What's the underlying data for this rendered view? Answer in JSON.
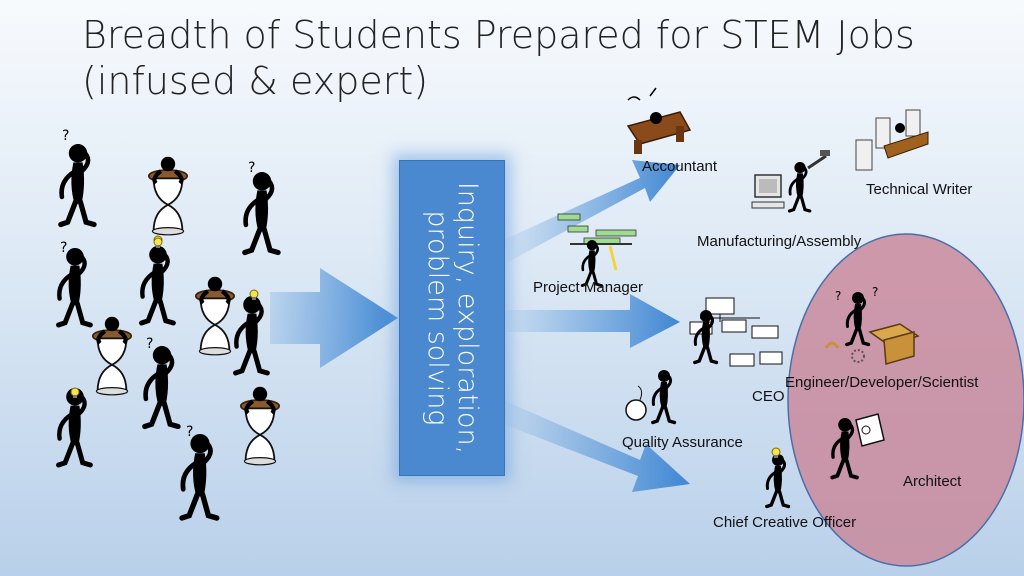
{
  "slide": {
    "title": "Breadth of Students Prepared for STEM Jobs\n(infused & expert)",
    "process_box": "Inquiry, exploration, problem solving"
  },
  "roles": {
    "accountant": "Accountant",
    "technical_writer": "Technical Writer",
    "manufacturing": "Manufacturing/Assembly",
    "project_manager": "Project Manager",
    "engineer": "Engineer/Developer/Scientist",
    "ceo": "CEO",
    "quality_assurance": "Quality Assurance",
    "architect": "Architect",
    "chief_creative_officer": "Chief Creative Officer"
  },
  "icons": {
    "students": "stick-figure-student-icon",
    "hourglass": "hourglass-icon",
    "lightbulb": "lightbulb-icon",
    "arrow": "blue-arrow-icon"
  },
  "colors": {
    "arrow_blue": "#4a8fd6",
    "process_blue": "#4a89cf",
    "expert_ellipse": "#c98a9c",
    "hourglass_top": "#8b5a2b"
  }
}
